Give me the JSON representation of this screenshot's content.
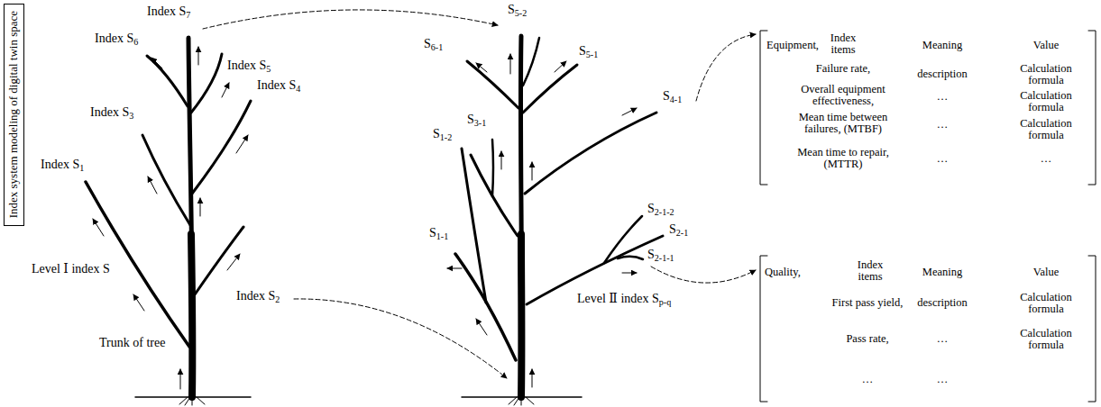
{
  "diagram": {
    "nodes": [
      {
        "text": [
          "Index system modeling of digital twin space"
        ]
      }
    ],
    "labels": [
      "Index S7",
      "Index S6",
      "Index S5",
      "Index S4",
      "Index S3",
      "Index S1",
      "Level Ⅰ index S",
      "Index S2",
      "Trunk of tree",
      "S5-2",
      "S6-1",
      "S5-1",
      "S3-1",
      "S1-2",
      "S4-1",
      "S2-1-2",
      "S2-1",
      "S1-1",
      "S2-1-1",
      "Level Ⅱ index Sp-q",
      "Equipment,",
      "Index items",
      "Meaning",
      "Value",
      "Failure rate,",
      "description",
      "Calculation formula",
      "Overall equipment effectiveness,",
      "…",
      "Calculation formula",
      "Mean time between failures, (MTBF)",
      "…",
      "Calculation formula",
      "Mean time to repair, (MTTR)",
      "…",
      "…",
      "Quality,",
      "Index items",
      "Meaning",
      "Value",
      "First pass yield,",
      "description",
      "Calculation formula",
      "Pass rate,",
      "…",
      "Calculation formula",
      "…",
      "…"
    ]
  }
}
